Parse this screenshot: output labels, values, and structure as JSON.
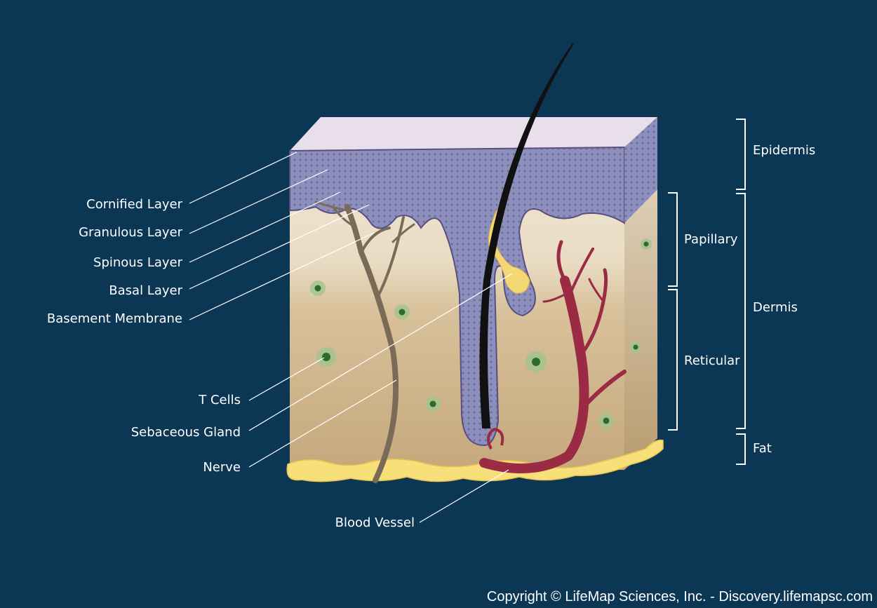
{
  "left_labels": [
    "Cornified Layer",
    "Granulous Layer",
    "Spinous Layer",
    "Basal Layer",
    "Basement Membrane",
    "T Cells",
    "Sebaceous Gland",
    "Nerve"
  ],
  "bottom_label": "Blood Vessel",
  "right_labels": {
    "epidermis": "Epidermis",
    "papillary": "Papillary",
    "dermis": "Dermis",
    "reticular": "Reticular",
    "fat": "Fat"
  },
  "copyright": "Copyright © LifeMap Sciences, Inc. - Discovery.lifemapsc.com",
  "colors": {
    "background": "#0b3654",
    "epidermis": "#8d90bd",
    "dermis_top": "#efe6d6",
    "dermis_bottom": "#c6a87c",
    "fat": "#f7df7a",
    "hair": "#111111",
    "vessel": "#9b2a45",
    "nerve": "#7a6a58",
    "cell": "#7fb07a"
  }
}
